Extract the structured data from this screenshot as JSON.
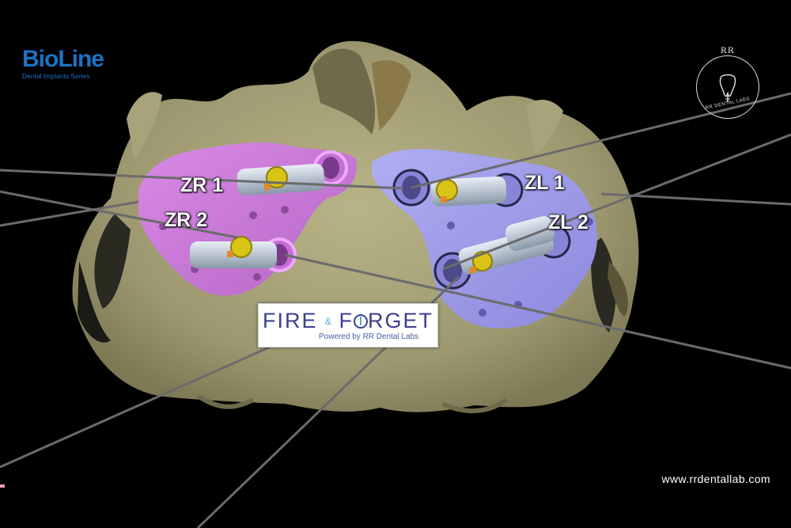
{
  "brand": {
    "name": "BioLine",
    "subtitle": "Dental Implants Series"
  },
  "rr_logo": {
    "initials": "RR",
    "label": "RR DENTAL LABS"
  },
  "implant_labels": {
    "zr1": "ZR 1",
    "zr2": "ZR 2",
    "zl1": "ZL 1",
    "zl2": "ZL 2"
  },
  "fire_forget": {
    "title_left": "FIRE",
    "amp": "&",
    "title_right": "F",
    "title_right_rest": "RGET",
    "powered_by": "Powered by RR Dental Labs"
  },
  "website": "www.rrdentallab.com",
  "colors": {
    "background": "#000000",
    "bone": "#a9a479",
    "guide_right": "#c77ad6",
    "guide_left": "#9d9be8",
    "sleeve": "#cfd8e2",
    "implant_gold": "#d8c415",
    "brand_blue": "#1c72c4"
  }
}
